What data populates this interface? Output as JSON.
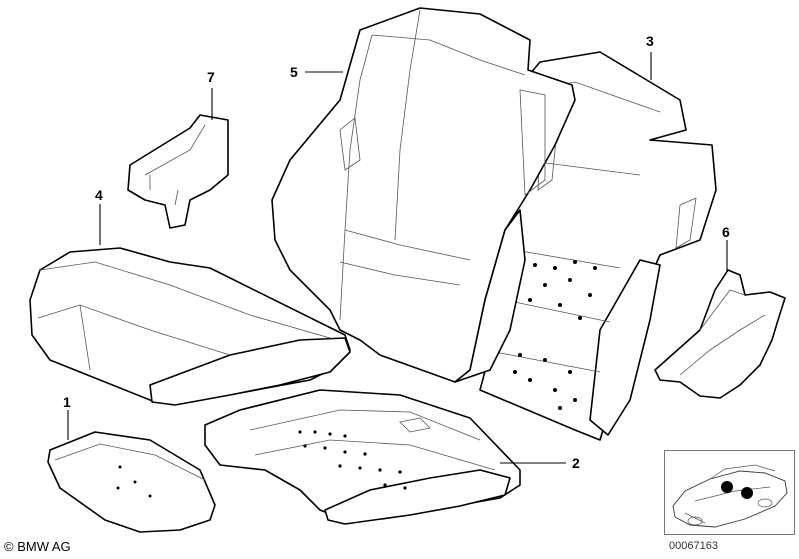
{
  "callouts": {
    "part1": "1",
    "part2": "2",
    "part3": "3",
    "part4": "4",
    "part5": "5",
    "part6": "6",
    "part7": "7"
  },
  "footer": {
    "copyright": "© BMW AG",
    "doc_number": "00067163"
  },
  "thumbnail": {
    "marker_color": "#000000"
  }
}
